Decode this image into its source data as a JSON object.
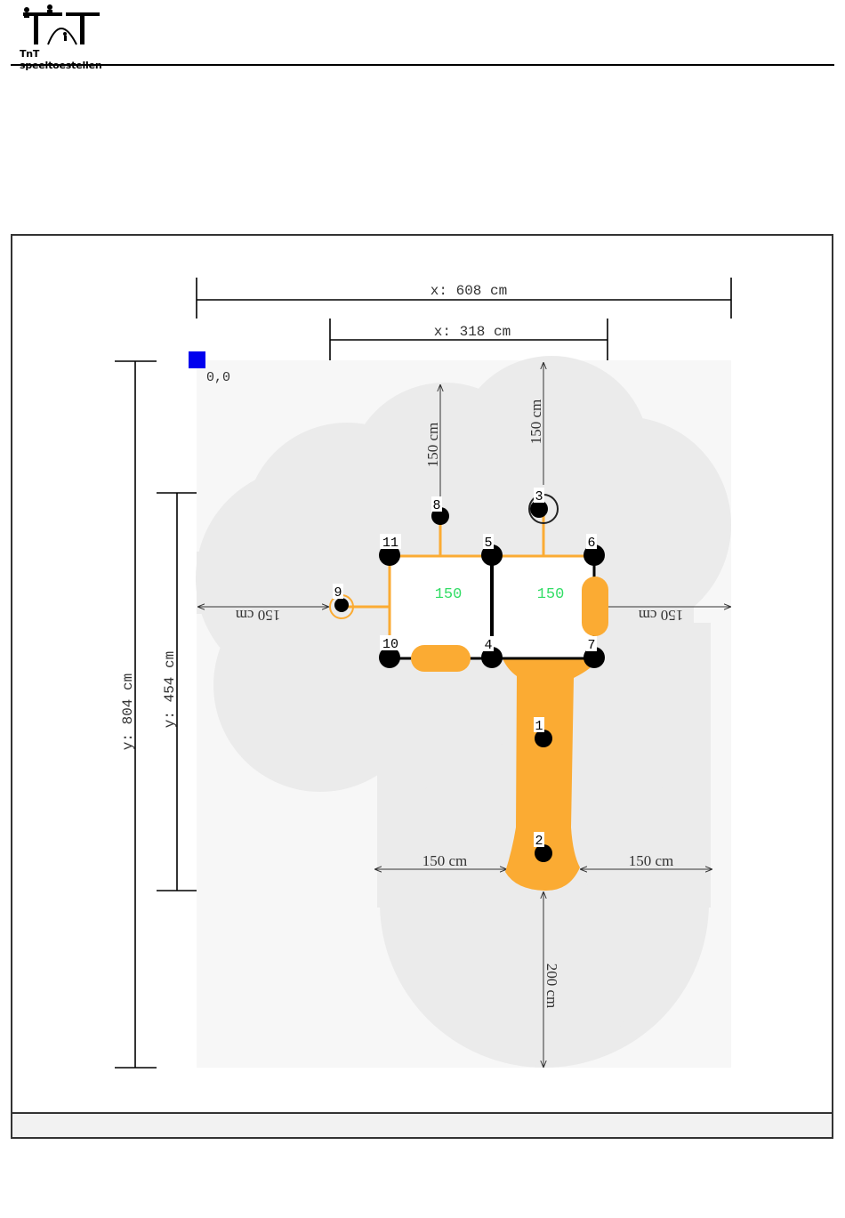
{
  "brand": {
    "name": "TnT speeltoestellen"
  },
  "origin_label": "0,0",
  "overall": {
    "x_label": "x: 608 cm",
    "y_label": "y: 804 cm"
  },
  "equipment": {
    "x_label": "x: 318 cm",
    "y_label": "y: 454 cm"
  },
  "clearances": {
    "top_left": "150 cm",
    "top_right": "150 cm",
    "left": "150 cm",
    "right": "150 cm",
    "bottom_left": "150 cm",
    "bottom_right": "150 cm",
    "bottom": "200 cm"
  },
  "platforms": [
    "150",
    "150"
  ],
  "posts": [
    "1",
    "2",
    "3",
    "4",
    "5",
    "6",
    "7",
    "8",
    "9",
    "10",
    "11"
  ],
  "colors": {
    "accent": "#FBAB33",
    "origin_marker": "#0000EE",
    "platform_label": "#33DD66",
    "safety_zone": "#EBEBEB",
    "canvas": "#F7F7F7"
  }
}
